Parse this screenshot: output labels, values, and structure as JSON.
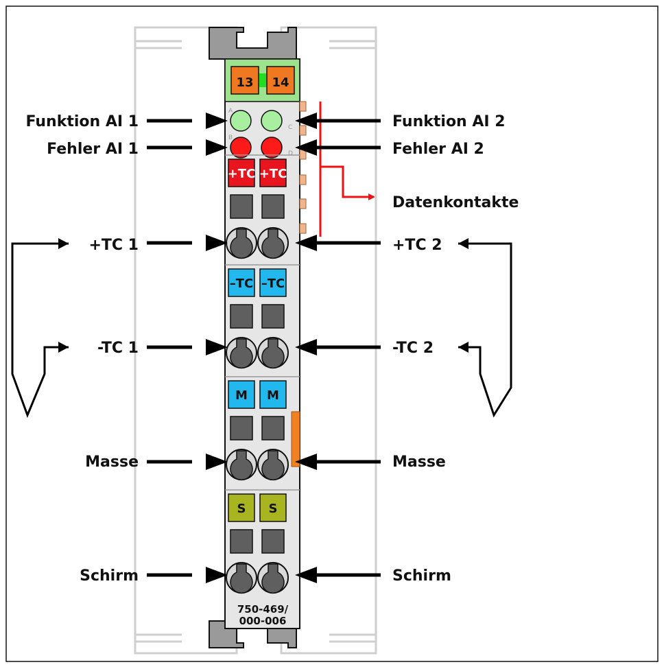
{
  "module": {
    "part_number_line1": "750-469/",
    "part_number_line2": "000-006",
    "top_terminals": [
      "13",
      "14"
    ],
    "led_letters": [
      "A",
      "B",
      "C",
      "D"
    ],
    "terminal_tags": {
      "tc_plus": "+TC",
      "tc_minus": "–TC",
      "masse": "M",
      "schirm": "S"
    }
  },
  "labels": {
    "funktion_ai1": "Funktion AI 1",
    "funktion_ai2": "Funktion AI 2",
    "fehler_ai1": "Fehler AI 1",
    "fehler_ai2": "Fehler AI 2",
    "datenkontakte": "Datenkontakte",
    "tc_plus_1": "+TC 1",
    "tc_plus_2": "+TC 2",
    "tc_minus_1": "-TC 1",
    "tc_minus_2": "-TC 2",
    "masse_left": "Masse",
    "masse_right": "Masse",
    "schirm_left": "Schirm",
    "schirm_right": "Schirm"
  },
  "colors": {
    "funktion_led": "#a8f0a0",
    "fehler_led": "#ff1a1a",
    "tc_plus_tag": "#e8141e",
    "tc_minus_tag": "#22b8ee",
    "masse_tag": "#22b8ee",
    "schirm_tag": "#a9b520",
    "top_terminal": "#f07820",
    "top_header": "#9de28c",
    "housing": "#e6e6e6",
    "data_contact_arrow": "#ee1111",
    "contact_pad": "#f2b48a"
  }
}
